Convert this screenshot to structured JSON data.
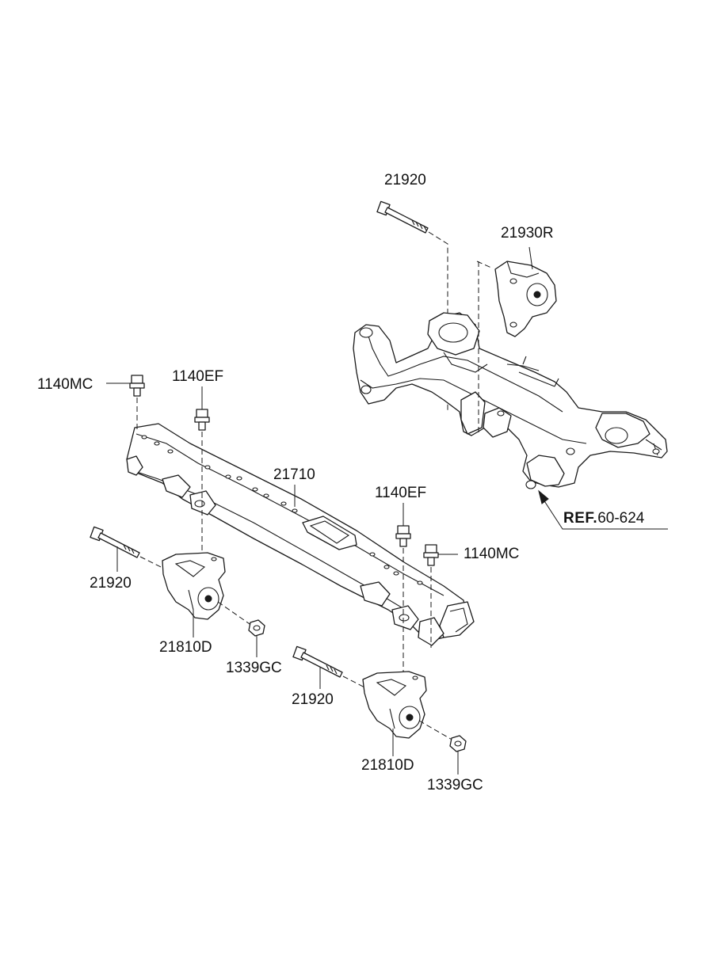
{
  "callouts": {
    "bolt_top": "21920",
    "mount_right": "21930R",
    "bolt_1140mc_left": "1140MC",
    "bolt_1140ef_left": "1140EF",
    "crossmember": "21710",
    "bolt_1140ef_right": "1140EF",
    "bolt_1140mc_right": "1140MC",
    "bolt_21920_left": "21920",
    "bracket_left": "21810D",
    "nut_left": "1339GC",
    "bolt_21920_right": "21920",
    "bracket_right": "21810D",
    "nut_right": "1339GC"
  },
  "reference": {
    "prefix": "REF.",
    "number": "60-624"
  }
}
